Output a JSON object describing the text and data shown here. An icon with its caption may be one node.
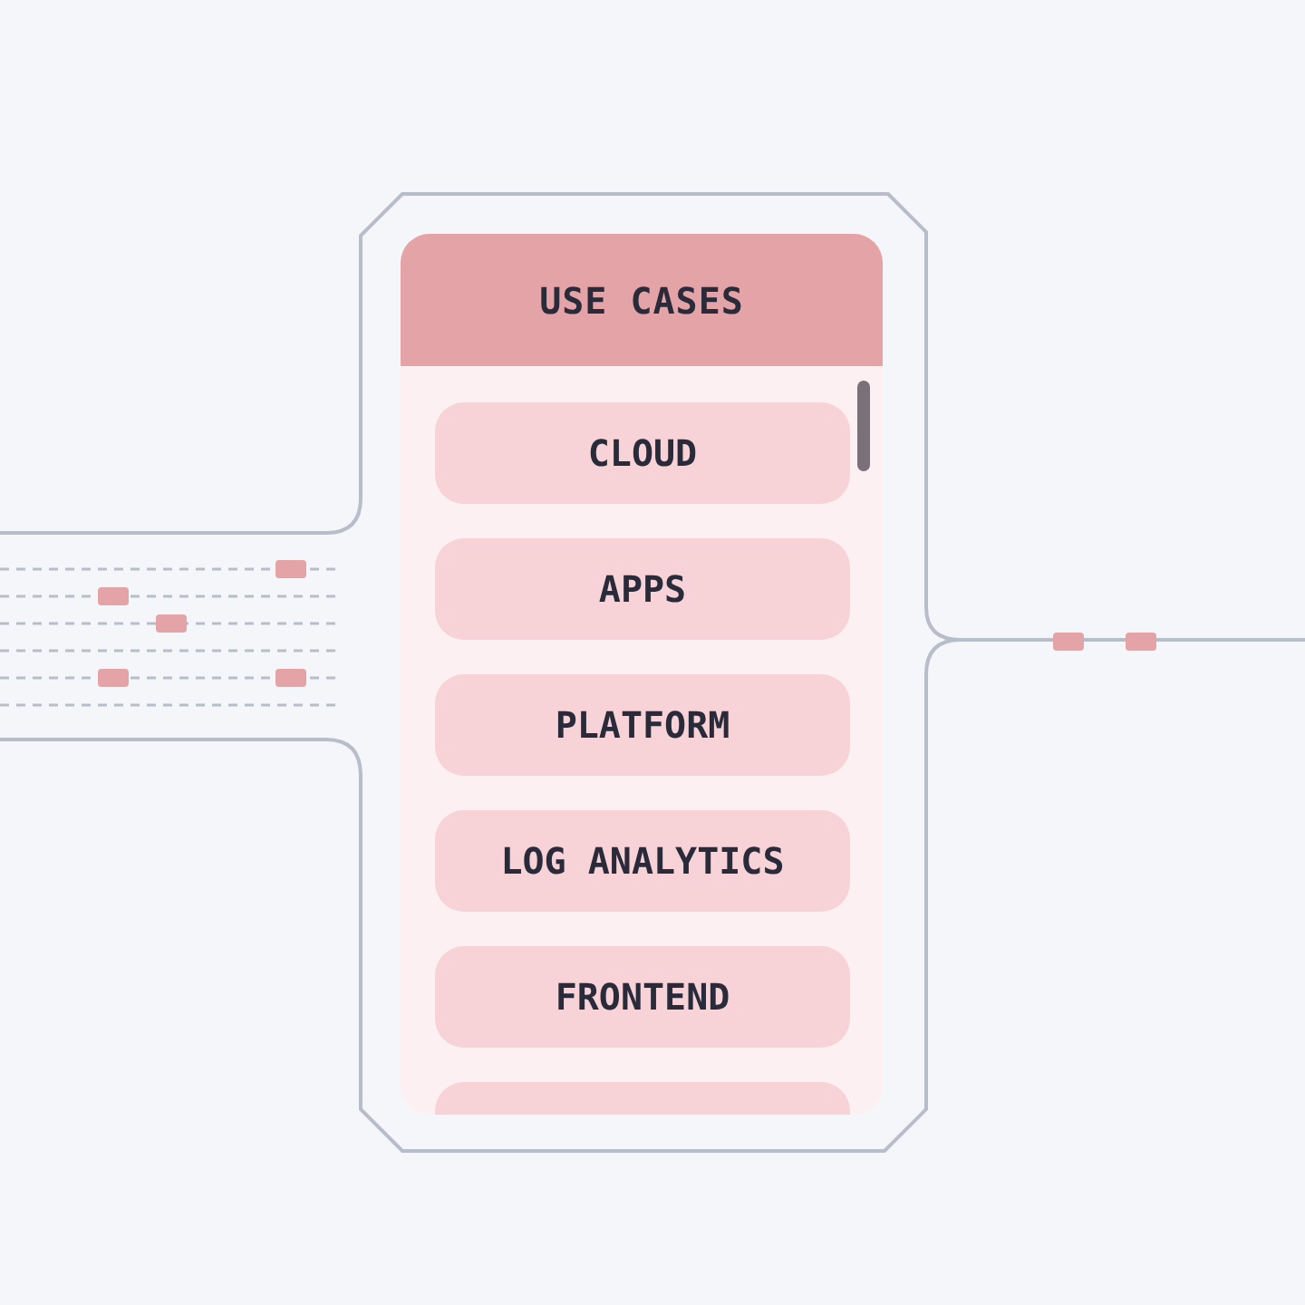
{
  "diagram": {
    "nodes": [
      {
        "text": [
          "USE CASES"
        ]
      },
      {
        "text": [
          "CLOUD"
        ],
        "in": 0
      },
      {
        "text": [
          "APPS"
        ],
        "in": 0
      },
      {
        "text": [
          "PLATFORM"
        ],
        "in": 0
      },
      {
        "text": [
          "LOG ANALYTICS"
        ],
        "in": 0
      },
      {
        "text": [
          "FRONTEND"
        ],
        "in": 0
      },
      {
        "text": [],
        "shape": "box",
        "in": 0
      }
    ]
  }
}
